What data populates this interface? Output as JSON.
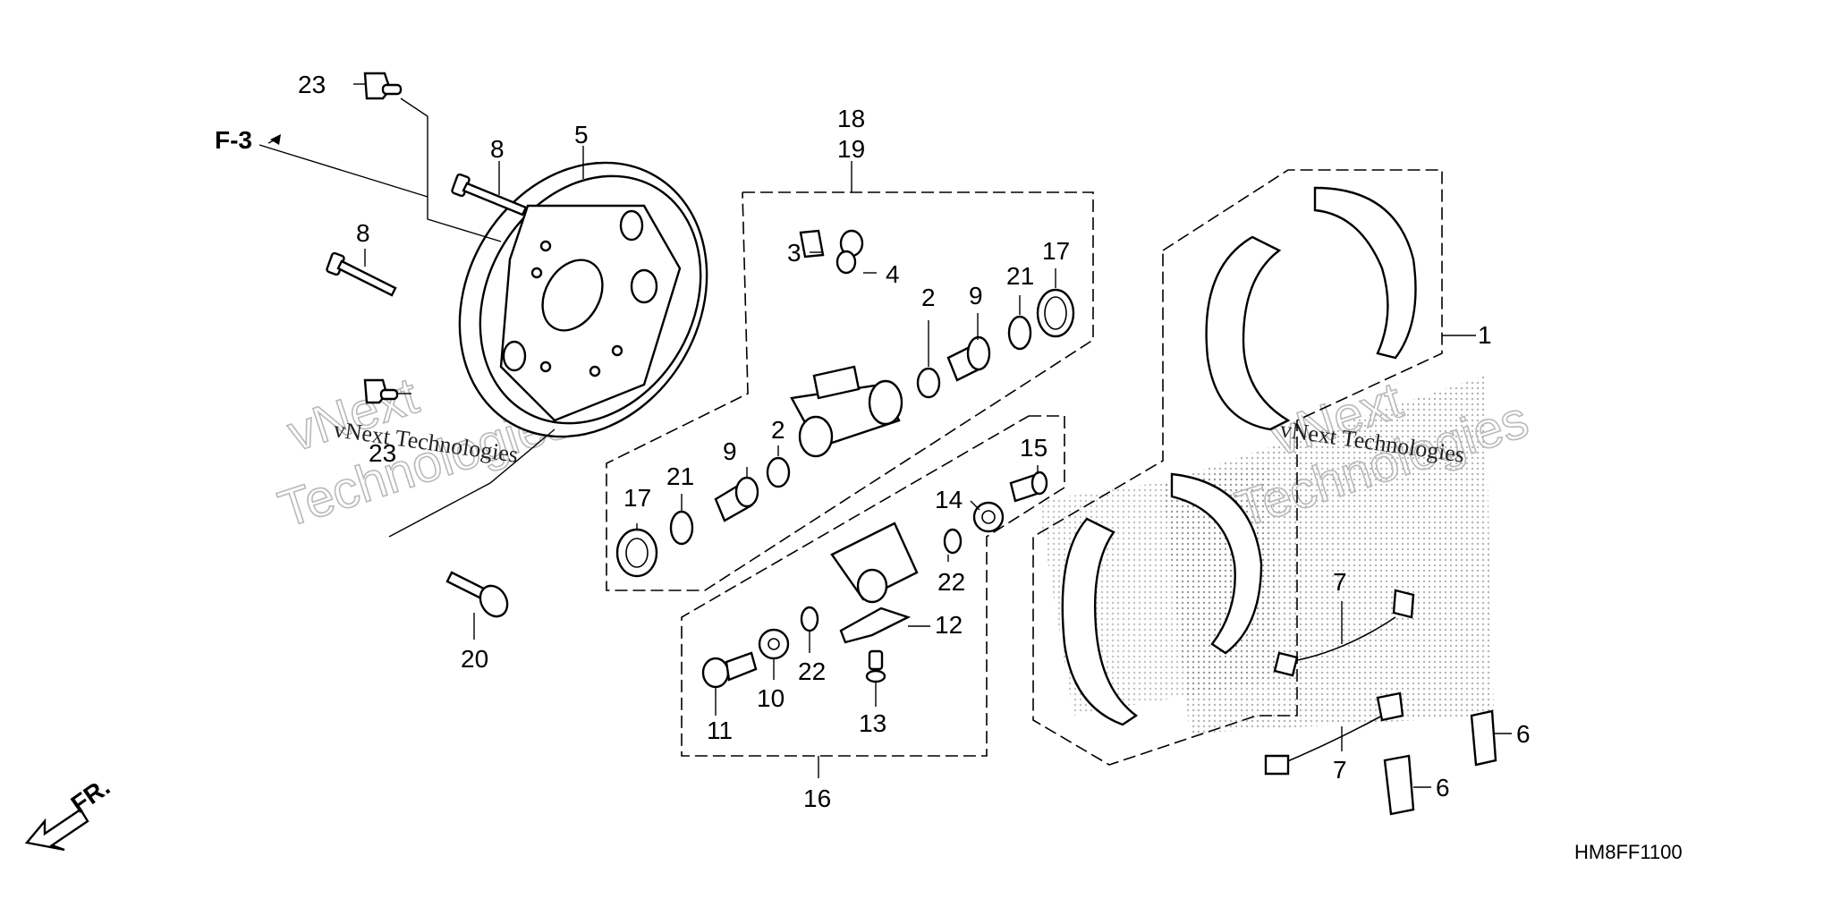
{
  "diagram": {
    "code": "HM8FF1100",
    "ref_label": "F-3",
    "front_label": "FR.",
    "watermark": {
      "brand_line1": "vNext",
      "brand_line2": "Technologies",
      "caption": "vNext Technologies"
    },
    "callouts": {
      "c1": "1",
      "c2a": "2",
      "c2b": "2",
      "c3": "3",
      "c4": "4",
      "c5": "5",
      "c6a": "6",
      "c6b": "6",
      "c7a": "7",
      "c7b": "7",
      "c8a": "8",
      "c8b": "8",
      "c9a": "9",
      "c9b": "9",
      "c10": "10",
      "c11": "11",
      "c12": "12",
      "c13": "13",
      "c14": "14",
      "c15": "15",
      "c16": "16",
      "c17a": "17",
      "c17b": "17",
      "c18": "18",
      "c19": "19",
      "c20": "20",
      "c21a": "21",
      "c21b": "21",
      "c22a": "22",
      "c22b": "22",
      "c23a": "23",
      "c23b": "23"
    }
  }
}
